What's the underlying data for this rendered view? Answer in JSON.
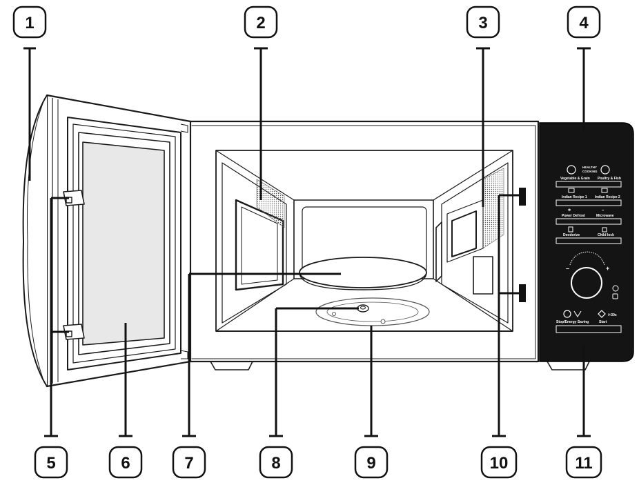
{
  "callouts": [
    "1",
    "2",
    "3",
    "4",
    "5",
    "6",
    "7",
    "8",
    "9",
    "10",
    "11"
  ],
  "control_panel": {
    "healthy_cooking": [
      "HEALTHY",
      "COOKING"
    ],
    "row1_left": "Vegetable & Grain",
    "row1_right": "Poultry & Fish",
    "row2_left": "Indian Recipe 1",
    "row2_right": "Indian Recipe 2",
    "row3_left": "Power Defrost",
    "row3_right": "Microwave",
    "row4_left": "Deodorize",
    "row4_right": "Child lock",
    "dial_minus": "–",
    "dial_plus": "+",
    "stop_label": "Stop/Energy Saving",
    "start_label": "Start",
    "start_symbol": "/+30s"
  }
}
